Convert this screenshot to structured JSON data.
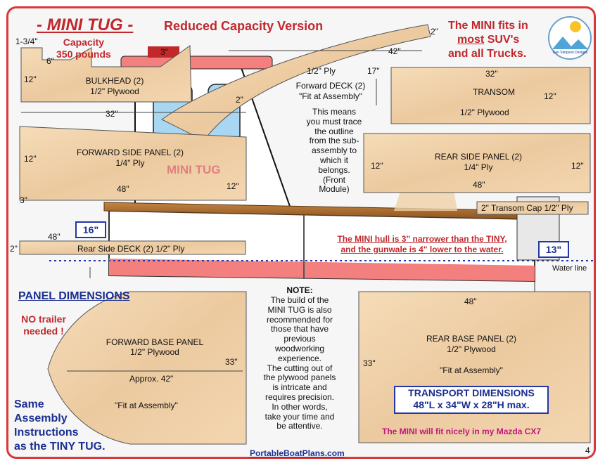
{
  "header": {
    "title": "- MINI TUG -",
    "subtitle": "Reduced Capacity Version",
    "capacity": "Capacity\n350 pounds",
    "fits": "The MINI fits in",
    "fits_most": "most",
    "fits_tail": "SUV's",
    "fits_line3": "and all Trucks.",
    "logo_text": "Ken Simpson Designs"
  },
  "bulkhead": {
    "name": "BULKHEAD (2)",
    "material": "1/2\" Plywood",
    "dim_top_left": "1-3/4\"",
    "dim_6": "6\"",
    "dim_3": "3\"",
    "dim_12": "12\""
  },
  "forward_deck": {
    "ply": "1/2\" Ply",
    "name": "Forward DECK (2)",
    "note": "\"Fit at Assembly\"",
    "dim_2a": "2\"",
    "dim_2b": "2\"",
    "dim_42": "42\"",
    "dim_17": "17\""
  },
  "trace_note": "This means\nyou must trace\nthe outline\nfrom the sub-\nassembly to\nwhich it\nbelongs.\n(Front\nModule)",
  "transom": {
    "dim_32": "32\"",
    "name": "TRANSOM",
    "material": "1/2\" Plywood",
    "dim_12": "12\""
  },
  "forward_side": {
    "dim_32": "32\"",
    "dim_12a": "12\"",
    "name": "FORWARD SIDE PANEL (2)",
    "material": "1/4\" Ply",
    "dim_48": "48\"",
    "dim_12b": "12\"",
    "dim_3": "3\"",
    "watermark": "MINI TUG"
  },
  "rear_side": {
    "name": "REAR SIDE PANEL (2)",
    "material": "1/4\" Ply",
    "dim_12a": "12\"",
    "dim_12b": "12\"",
    "dim_48": "48\""
  },
  "transom_cap": "2\" Transom Cap  1/2\" Ply",
  "rear_deck": {
    "dim_48": "48\"",
    "dim_2": "2\"",
    "label": "Rear Side DECK (2)  1/2\" Ply"
  },
  "hull": {
    "dim_16": "16\"",
    "dim_13": "13\"",
    "note1": "The MINI hull is 3\" narrower than the TINY,",
    "note2": "and the gunwale is 4\" lower to the water.",
    "water_line": "Water line"
  },
  "panel_dims": {
    "title": "PANEL DIMENSIONS",
    "trailer": "NO trailer\nneeded !",
    "same": "Same\nAssembly\nInstructions\nas the TINY TUG."
  },
  "forward_base": {
    "name": "FORWARD  BASE PANEL",
    "material": "1/2\" Plywood",
    "dim_33": "33\"",
    "approx": "Approx. 42\"",
    "note": "\"Fit at Assembly\""
  },
  "note": {
    "title": "NOTE:",
    "body": "The build of the\nMINI TUG is also\nrecommended for\nthose that have\nprevious\nwoodworking\nexperience.\nThe cutting out of\nthe plywood panels\nis intricate and\nrequires precision.\nIn other words,\ntake your time and\nbe attentive."
  },
  "rear_base": {
    "dim_48": "48\"",
    "name": "REAR BASE PANEL (2)",
    "material": "1/2\" Plywood",
    "dim_33": "33\"",
    "note": "\"Fit at Assembly\""
  },
  "transport": {
    "title": "TRANSPORT DIMENSIONS",
    "dims": "48\"L x 34\"W x 28\"H max.",
    "mazda": "The MINI will fit nicely in my Mazda CX7"
  },
  "footer": {
    "url": "PortableBoatPlans.com",
    "page": "4"
  },
  "colors": {
    "frame": "#d9383a",
    "wood": "#f0d1a6",
    "hull_red": "#f47f7f",
    "navy": "#1b2f8f",
    "magenta": "#c0187a"
  }
}
